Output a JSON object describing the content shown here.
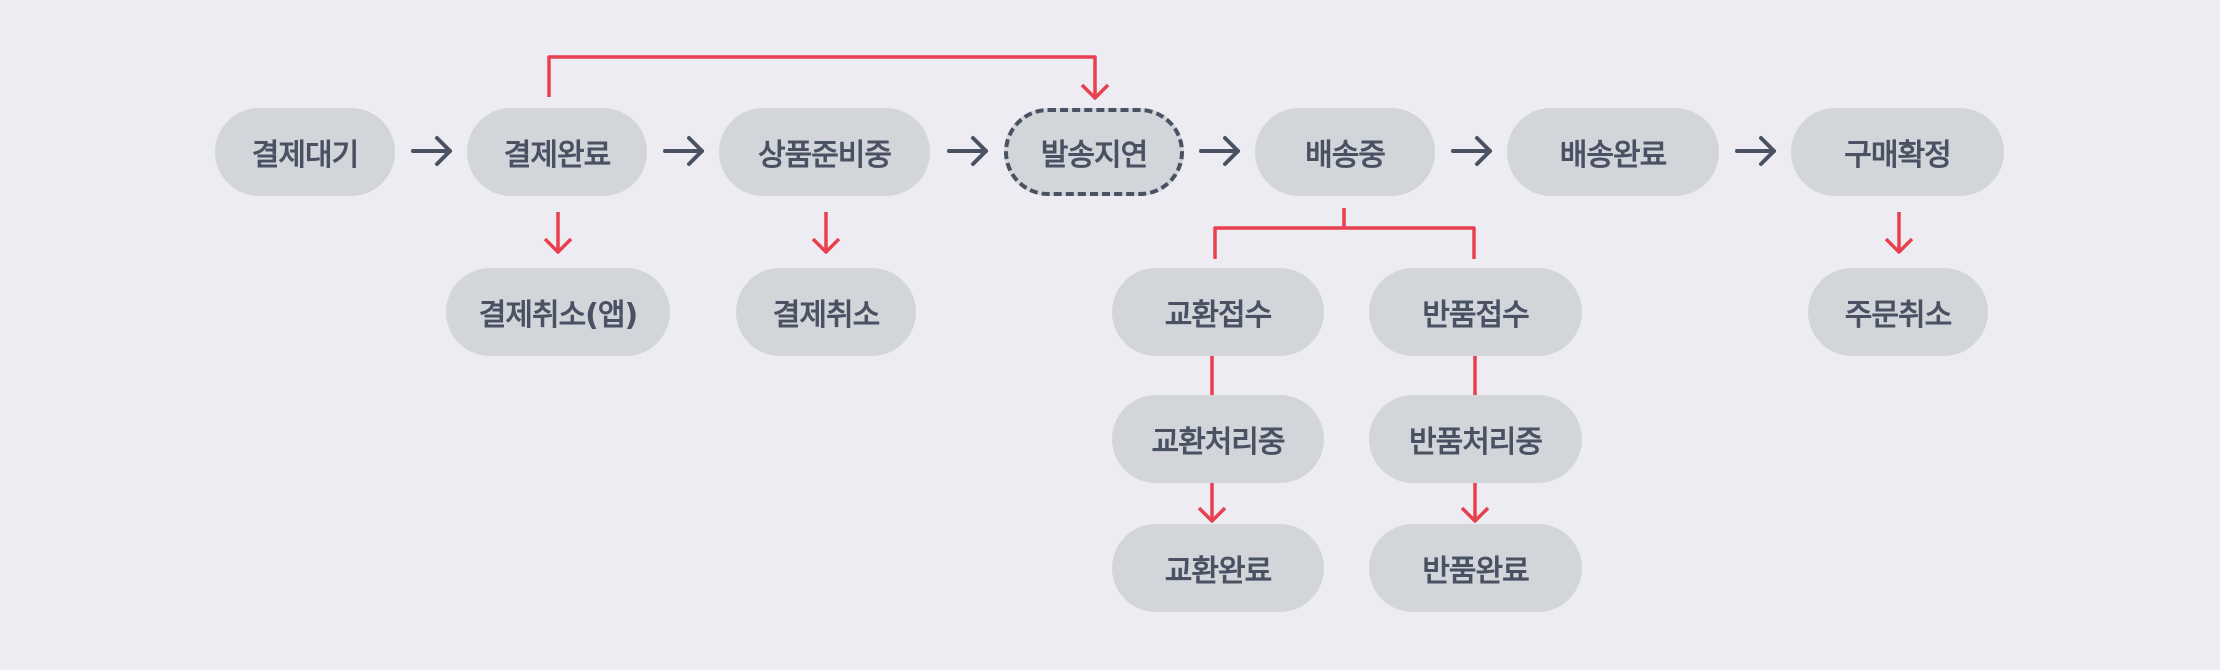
{
  "colors": {
    "background": "#edecf2",
    "node": "#d2d6da",
    "text": "#4a5163",
    "main_arrow": "#4a5163",
    "branch_arrow": "#e8404f"
  },
  "main_flow": [
    "결제대기",
    "결제완료",
    "상품준비중",
    "발송지연",
    "배송중",
    "배송완료",
    "구매확정"
  ],
  "branches": {
    "payment_cancel_app": "결제취소(앱)",
    "payment_cancel": "결제취소",
    "exchange_received": "교환접수",
    "exchange_processing": "교환처리중",
    "exchange_done": "교환완료",
    "return_received": "반품접수",
    "return_processing": "반품처리중",
    "return_done": "반품완료",
    "order_cancel": "주문취소"
  }
}
